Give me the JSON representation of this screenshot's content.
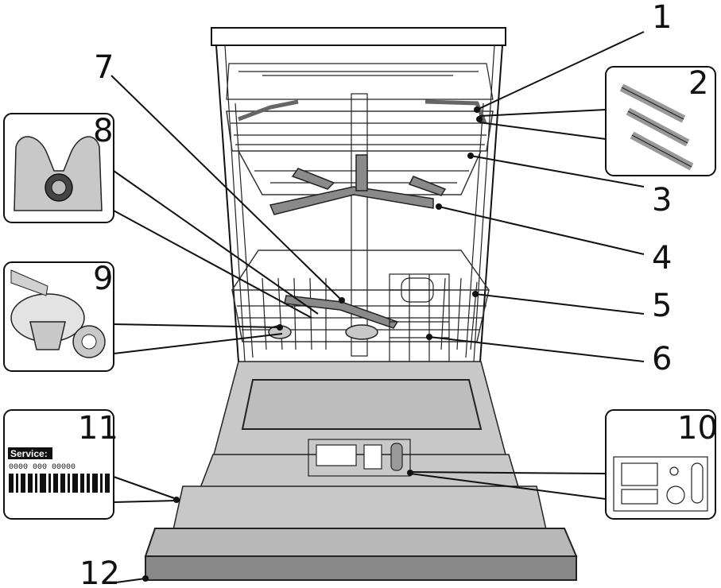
{
  "callouts": [
    {
      "id": "1",
      "label": "1"
    },
    {
      "id": "2",
      "label": "2"
    },
    {
      "id": "3",
      "label": "3"
    },
    {
      "id": "4",
      "label": "4"
    },
    {
      "id": "5",
      "label": "5"
    },
    {
      "id": "6",
      "label": "6"
    },
    {
      "id": "7",
      "label": "7"
    },
    {
      "id": "8",
      "label": "8"
    },
    {
      "id": "9",
      "label": "9"
    },
    {
      "id": "10",
      "label": "10"
    },
    {
      "id": "11",
      "label": "11"
    },
    {
      "id": "12",
      "label": "12"
    }
  ],
  "service_sticker": {
    "title": "Service:",
    "code": "0000 000 00000"
  }
}
